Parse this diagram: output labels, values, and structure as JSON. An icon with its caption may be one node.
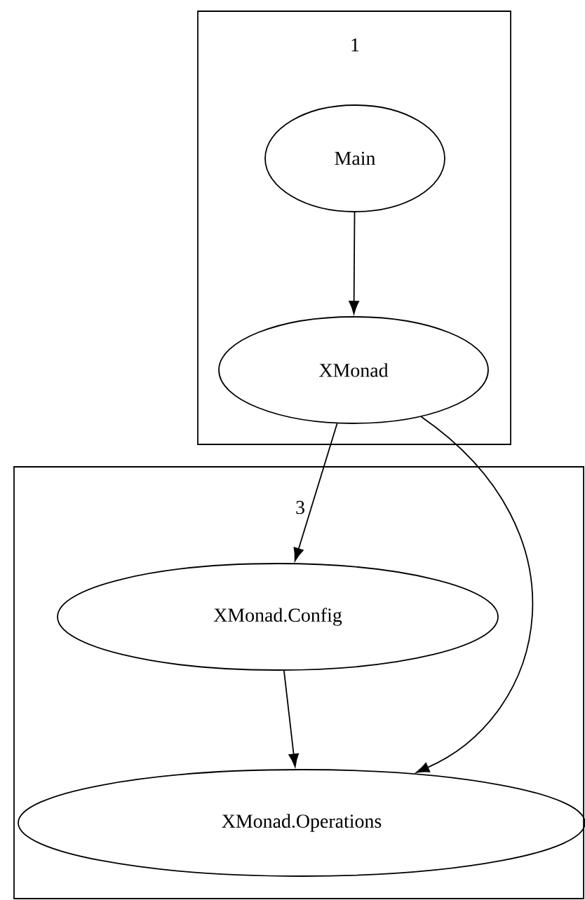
{
  "diagram": {
    "nodes": [
      {
        "text": [
          "1"
        ]
      },
      {
        "text": [
          "Main"
        ],
        "in": 0
      },
      {
        "text": [
          "XMonad"
        ],
        "in": 0
      },
      {
        "text": [
          "3"
        ]
      },
      {
        "text": [
          "XMonad.Config"
        ],
        "in": 3
      },
      {
        "text": [
          "XMonad.Operations"
        ],
        "in": 3
      }
    ],
    "edges": [
      {
        "from": 1,
        "to": 2,
        "arrow": "to"
      },
      {
        "from": 2,
        "to": 4,
        "arrow": "to"
      },
      {
        "from": 2,
        "to": 5,
        "arrow": "to"
      },
      {
        "from": 4,
        "to": 5,
        "arrow": "to"
      }
    ]
  }
}
